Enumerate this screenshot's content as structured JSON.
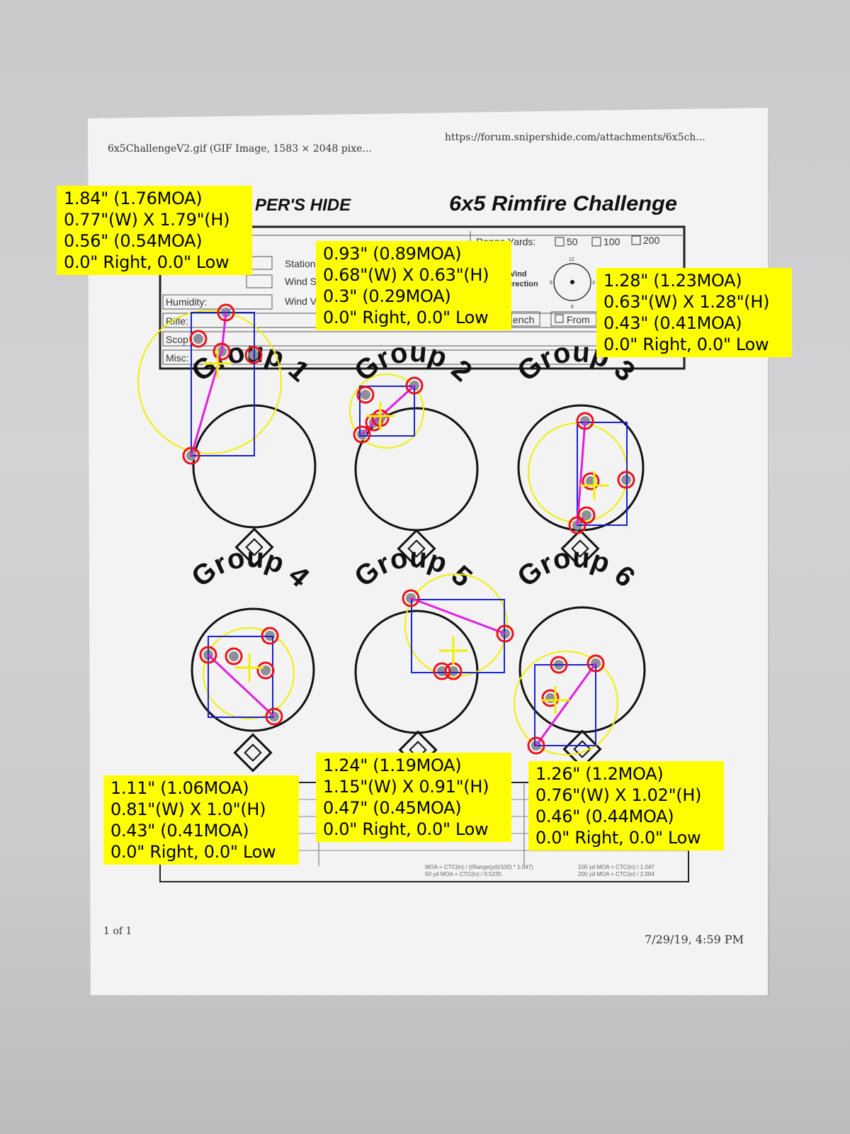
{
  "page_header": {
    "left": "6x5ChallengeV2.gif (GIF Image, 1583 × 2048 pixe...",
    "right": "https://forum.snipershide.com/attachments/6x5ch..."
  },
  "page_footer": {
    "left": "1 of 1",
    "right": "7/29/19, 4:59 PM"
  },
  "target_sheet": {
    "brand": "PER'S HIDE",
    "title": "6x5 Rimfire Challenge",
    "form_labels": {
      "range_yards": "Range Yards:",
      "yards_50": "50",
      "yards_100": "100",
      "yards_200": "200",
      "station": "Station",
      "wind_s": "Wind S",
      "wind_v": "Wind V",
      "humidity": "Humidity:",
      "rifle": "Rifle:",
      "scope": "Scop",
      "misc": "Misc:",
      "wind_direction_1": "Vind",
      "wind_direction_2": "irection",
      "bench": "ench",
      "from": "From",
      "clock_12": "12",
      "clock_3": "3",
      "clock_6": "6",
      "clock_9": "9"
    },
    "formula_lines": [
      "MOA = CTC(in) / ((Range(yd)/100) * 1.047)",
      "50 yd MOA = CTC(in) / 0.5235",
      "100 yd MOA = CTC(in) / 1.047",
      "200 yd MOA = CTC(in) / 2.094"
    ],
    "groups": [
      {
        "label": "Group 1"
      },
      {
        "label": "Group 2"
      },
      {
        "label": "Group 3"
      },
      {
        "label": "Group 4"
      },
      {
        "label": "Group 5"
      },
      {
        "label": "Group 6"
      }
    ]
  },
  "colors": {
    "annotation_box": "#ffff00",
    "shot_marker": "#e8141c",
    "spread_line": "#e020e0",
    "bounding_box": "#1a22cc",
    "enclosing_circle": "#f0f000",
    "center_cross": "#f0f000"
  },
  "annotations": [
    {
      "group": "Group 1",
      "lines": [
        "1.84\" (1.76MOA)",
        "0.77\"(W) X 1.79\"(H)",
        "0.56\" (0.54MOA)",
        "0.0\" Right,  0.0\" Low"
      ]
    },
    {
      "group": "Group 2",
      "lines": [
        "0.93\" (0.89MOA)",
        "0.68\"(W) X 0.63\"(H)",
        "0.3\" (0.29MOA)",
        "0.0\" Right,  0.0\" Low"
      ]
    },
    {
      "group": "Group 3",
      "lines": [
        "1.28\" (1.23MOA)",
        "0.63\"(W) X 1.28\"(H)",
        "0.43\" (0.41MOA)",
        "0.0\" Right,  0.0\" Low"
      ]
    },
    {
      "group": "Group 4",
      "lines": [
        "1.11\" (1.06MOA)",
        "0.81\"(W) X 1.0\"(H)",
        "0.43\" (0.41MOA)",
        "0.0\" Right,  0.0\" Low"
      ]
    },
    {
      "group": "Group 5",
      "lines": [
        "1.24\" (1.19MOA)",
        "1.15\"(W) X 0.91\"(H)",
        "0.47\" (0.45MOA)",
        "0.0\" Right,  0.0\" Low"
      ]
    },
    {
      "group": "Group 6",
      "lines": [
        "1.26\" (1.2MOA)",
        "0.76\"(W) X 1.02\"(H)",
        "0.46\" (0.44MOA)",
        "0.0\" Right,  0.0\" Low"
      ]
    }
  ]
}
